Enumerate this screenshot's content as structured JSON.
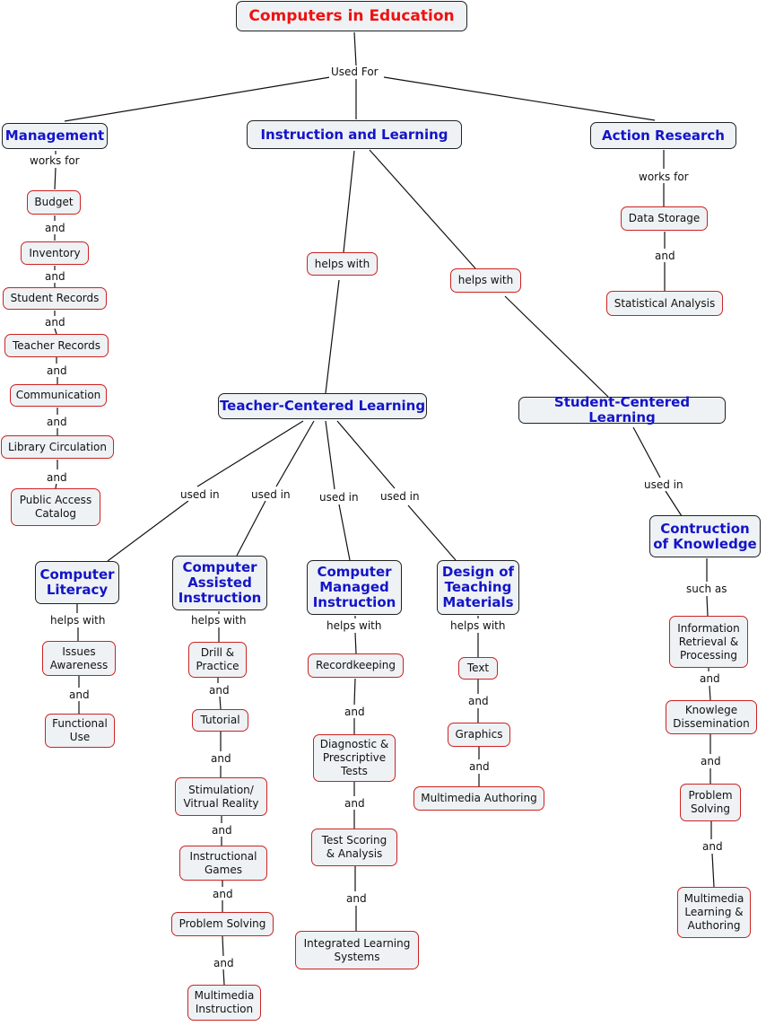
{
  "concepts": {
    "root": "Computers in Education",
    "management": "Management",
    "instruction_learning": "Instruction and Learning",
    "action_research": "Action Research",
    "budget": "Budget",
    "inventory": "Inventory",
    "student_records": "Student Records",
    "teacher_records": "Teacher Records",
    "communication": "Communication",
    "library_circulation": "Library Circulation",
    "public_access_catalog": "Public Access\nCatalog",
    "helps_with_1": "helps with",
    "helps_with_2": "helps with",
    "data_storage": "Data Storage",
    "statistical_analysis": "Statistical Analysis",
    "teacher_centered": "Teacher-Centered Learning",
    "student_centered": "Student-Centered Learning",
    "computer_literacy": "Computer\nLiteracy",
    "computer_assisted": "Computer\nAssisted\nInstruction",
    "computer_managed": "Computer\nManaged\nInstruction",
    "design_teaching": "Design of\nTeaching\nMaterials",
    "construction_knowledge": "Contruction\nof Knowledge",
    "issues_awareness": "Issues\nAwareness",
    "functional_use": "Functional\nUse",
    "drill_practice": "Drill &\nPractice",
    "tutorial": "Tutorial",
    "simulation": "Stimulation/\nVitrual Reality",
    "instructional_games": "Instructional\nGames",
    "problem_solving_cai": "Problem Solving",
    "multimedia_instruction": "Multimedia\nInstruction",
    "recordkeeping": "Recordkeeping",
    "diagnostic_tests": "Diagnostic &\nPrescriptive\nTests",
    "test_scoring": "Test Scoring\n& Analysis",
    "integrated_learning": "Integrated Learning\nSystems",
    "text": "Text",
    "graphics": "Graphics",
    "multimedia_authoring": "Multimedia Authoring",
    "information_retrieval": "Information\nRetrieval &\nProcessing",
    "knowledge_dissemination": "Knowlege\nDissemination",
    "problem_solving_scl": "Problem\nSolving",
    "multimedia_learning": "Multimedia\nLearning &\nAuthoring"
  },
  "linking_phrases": {
    "used_for": "Used For",
    "works_for_mgmt": "works for",
    "works_for_ar": "works for",
    "and_1": "and",
    "and_2": "and",
    "and_3": "and",
    "and_4": "and",
    "and_5": "and",
    "and_6": "and",
    "and_ar": "and",
    "used_in_1": "used in",
    "used_in_2": "used in",
    "used_in_3": "used in",
    "used_in_4": "used in",
    "used_in_scl": "used in",
    "helps_with_cl": "helps with",
    "helps_with_cai": "helps with",
    "helps_with_cmi": "helps with",
    "helps_with_dtm": "helps with",
    "such_as": "such as",
    "and_cl": "and",
    "and_cai_1": "and",
    "and_cai_2": "and",
    "and_cai_3": "and",
    "and_cai_4": "and",
    "and_cai_5": "and",
    "and_cmi_1": "and",
    "and_cmi_2": "and",
    "and_cmi_3": "and",
    "and_dtm_1": "and",
    "and_dtm_2": "and",
    "and_ck_1": "and",
    "and_ck_2": "and",
    "and_ck_3": "and"
  },
  "colors": {
    "root_text": "#ee1111",
    "main_text": "#1414c8",
    "leaf_border": "#cc2222",
    "node_fill": "#eef2f4",
    "line": "#111111"
  }
}
